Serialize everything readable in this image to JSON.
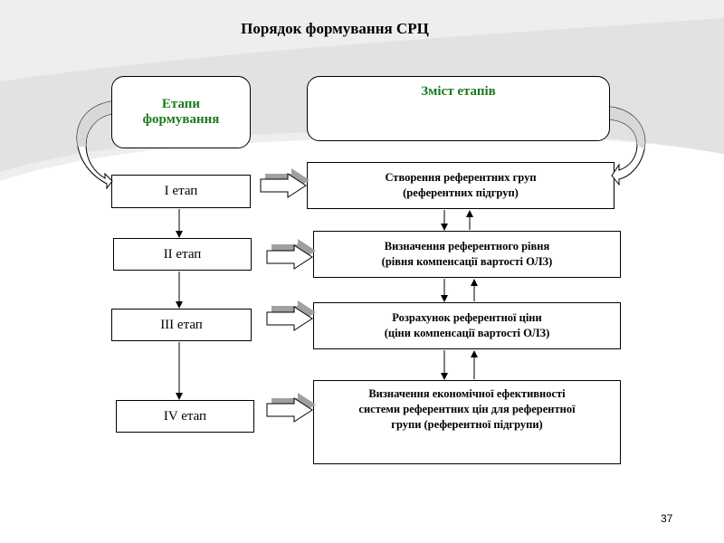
{
  "title": "Порядок формування СРЦ",
  "headers": {
    "stages": "Етапи\nформування",
    "content": "Зміст етапів"
  },
  "stages": [
    "І етап",
    "ІІ етап",
    "ІІІ етап",
    "IV етап"
  ],
  "contents": [
    "Створення референтних груп\n(референтних підгруп)",
    "Визначення референтного рівня\n(рівня компенсації вартості ОЛЗ)",
    "Розрахунок референтної ціни\n(ціни компенсації вартості ОЛЗ)",
    "Визначення економічної ефективності\nсистеми референтних цін для референтної\nгрупи (референтної підгрупи)"
  ],
  "page_number": "37",
  "colors": {
    "header_text": "#1a7a1a",
    "arrow_gray": "#a0a0a0",
    "swoosh": "#e6e6e6"
  }
}
